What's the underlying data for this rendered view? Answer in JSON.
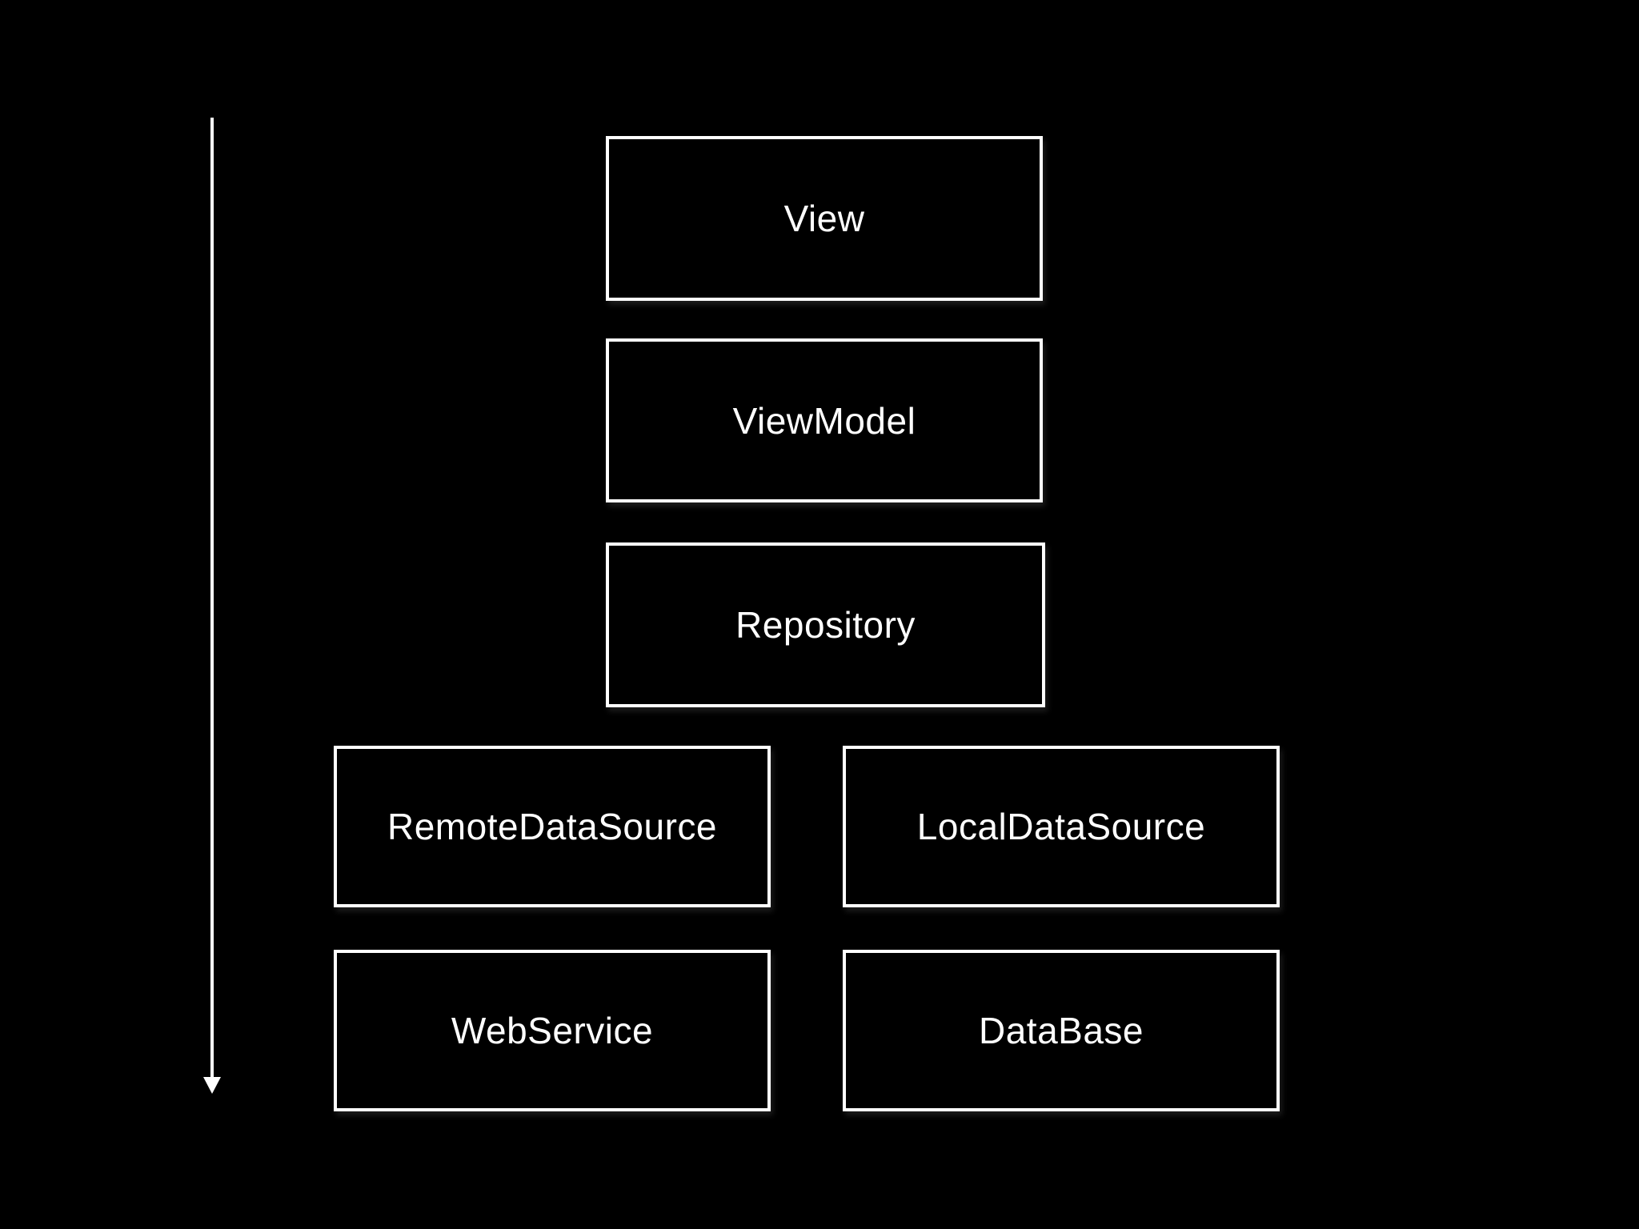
{
  "diagram": {
    "type": "layered-architecture",
    "nodes": {
      "view": {
        "label": "View"
      },
      "viewmodel": {
        "label": "ViewModel"
      },
      "repository": {
        "label": "Repository"
      },
      "remote_data_source": {
        "label": "RemoteDataSource"
      },
      "local_data_source": {
        "label": "LocalDataSource"
      },
      "web_service": {
        "label": "WebService"
      },
      "database": {
        "label": "DataBase"
      }
    },
    "arrow": {
      "icon": "down-arrow-icon",
      "direction": "down",
      "meaning": "top-to-bottom flow"
    },
    "colors": {
      "background": "#000000",
      "box_fill": "#000000",
      "box_border": "#ffffff",
      "text": "#ffffff",
      "arrow": "#ffffff"
    }
  }
}
